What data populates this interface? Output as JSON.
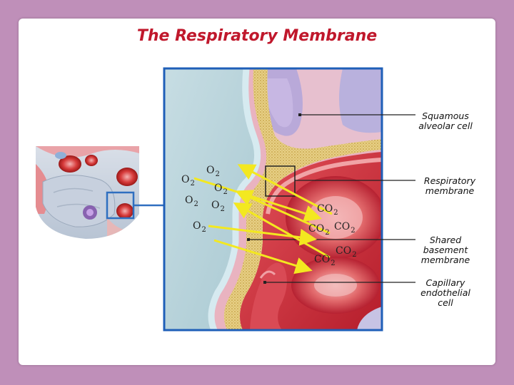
{
  "title": "The Respiratory Membrane",
  "labels": {
    "squamous": "Squamous\nalveolar cell",
    "respiratory": "Respiratory\nmembrane",
    "basement": "Shared\nbasement\nmembrane",
    "capillary": "Capillary\nendothelial\ncell"
  },
  "gases": {
    "o2": {
      "main": "O",
      "sub": "2"
    },
    "co2": {
      "main": "CO",
      "sub": "2"
    }
  },
  "colors": {
    "background": "#bf8fb9",
    "title": "#c0182c",
    "arrow": "#f3e820",
    "highlight_box": "#2f6fc0"
  }
}
